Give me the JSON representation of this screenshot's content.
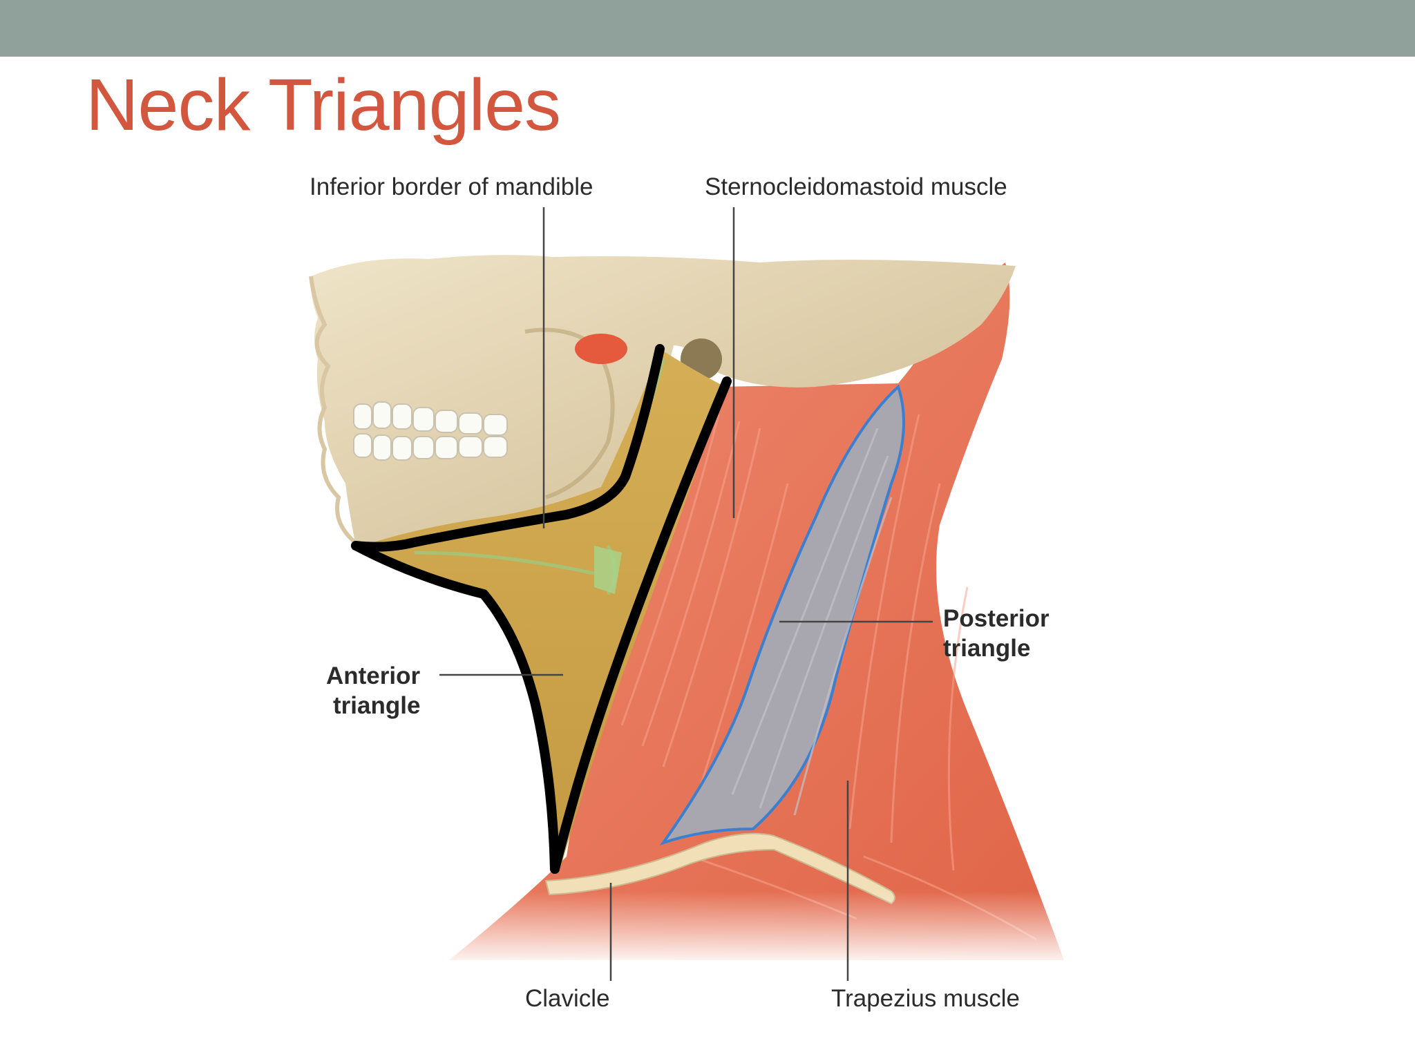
{
  "slide": {
    "title": "Neck Triangles"
  },
  "figure": {
    "labels": {
      "inferior_border_of_mandible": "Inferior border of mandible",
      "sternocleidomastoid_muscle": "Sternocleidomastoid muscle",
      "anterior_triangle_line1": "Anterior",
      "anterior_triangle_line2": "triangle",
      "posterior_triangle_line1": "Posterior",
      "posterior_triangle_line2": "triangle",
      "clavicle": "Clavicle",
      "trapezius_muscle": "Trapezius muscle"
    }
  },
  "colors": {
    "header_band": "#8fa19a",
    "title": "#d2573e",
    "muscle": "#e8735a",
    "bone": "#e3d3b0",
    "anterior_fill": "#c9a24a",
    "posterior_fill": "#a8a6ae",
    "posterior_outline": "#3a7fd0",
    "triangle_border": "#000000"
  }
}
